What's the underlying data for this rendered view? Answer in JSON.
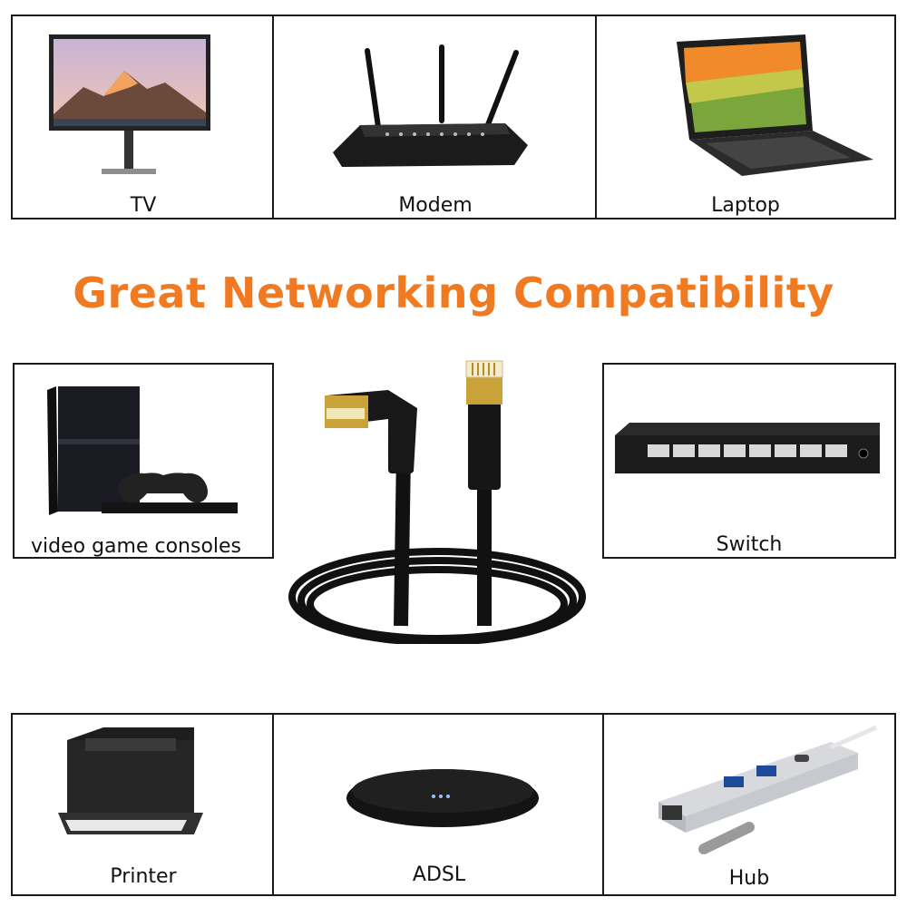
{
  "headline": "Great Networking Compatibility",
  "colors": {
    "accent": "#f07a22",
    "border": "#1a1a1a"
  },
  "devices": {
    "tv": {
      "label": "TV",
      "icon": "tv-icon"
    },
    "modem": {
      "label": "Modem",
      "icon": "router-icon"
    },
    "laptop": {
      "label": "Laptop",
      "icon": "laptop-icon"
    },
    "console": {
      "label": "video game consoles",
      "icon": "game-console-icon"
    },
    "switch": {
      "label": "Switch",
      "icon": "network-switch-icon"
    },
    "printer": {
      "label": "Printer",
      "icon": "printer-icon"
    },
    "adsl": {
      "label": "ADSL",
      "icon": "adsl-box-icon"
    },
    "hub": {
      "label": "Hub",
      "icon": "usb-hub-icon"
    }
  },
  "product": {
    "icon": "ethernet-cable-icon"
  }
}
